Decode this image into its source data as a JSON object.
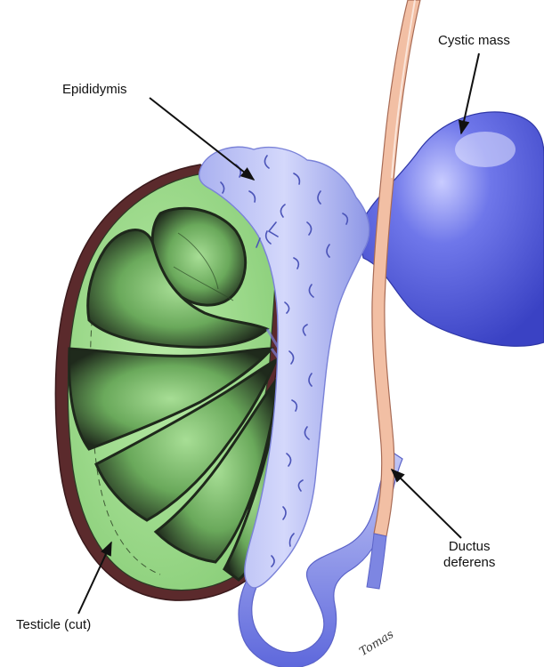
{
  "labels": {
    "epididymis": "Epididymis",
    "cystic_mass": "Cystic mass",
    "ductus_line1": "Ductus",
    "ductus_line2": "deferens",
    "testicle": "Testicle (cut)"
  },
  "signature": "Tomas",
  "colors": {
    "testicle_green": "#9fd98f",
    "lobule_dark": "#2e3a2a",
    "epididymis_lavender": "#b9bff0",
    "cystic_mass_blue": "#4a55d8",
    "duct_pink": "#f0b89c",
    "tunica_maroon": "#5b2a2c"
  }
}
